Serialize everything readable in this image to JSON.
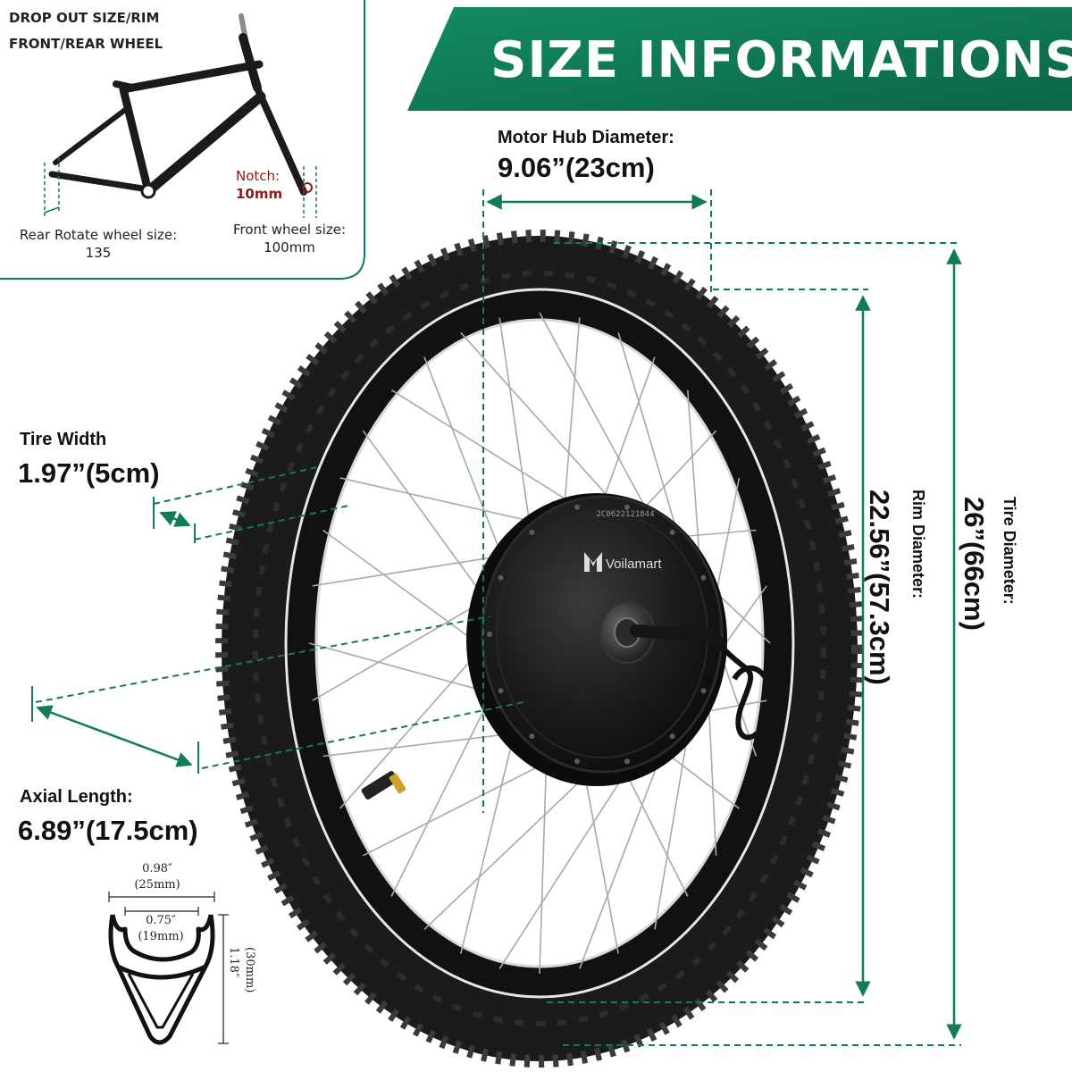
{
  "colors": {
    "accent": "#107a59",
    "accent_dark": "#0a5a41",
    "notch": "#8b1a1a",
    "tire": "#1b1b1b",
    "hub": "#111111"
  },
  "header": {
    "title": "SIZE INFORMATIONS"
  },
  "frame_panel": {
    "heading_line1": "DROP OUT SIZE/RIM",
    "heading_line2": "FRONT/REAR WHEEL",
    "notch_label": "Notch:",
    "notch_value": "10mm",
    "rear_label": "Rear Rotate wheel size:",
    "rear_value": "135",
    "front_label": "Front wheel size:",
    "front_value": "100mm"
  },
  "motor_hub": {
    "label": "Motor Hub Diameter:",
    "value": "9.06”(23cm)"
  },
  "tire_width": {
    "label": "Tire Width",
    "value": "1.97”(5cm)"
  },
  "axial_length": {
    "label": "Axial Length:",
    "value": "6.89”(17.5cm)"
  },
  "rim_diameter": {
    "label": "Rim Diameter:",
    "value": "22.56”(57.3cm)"
  },
  "tire_diameter": {
    "label": "Tire Diameter:",
    "value": "26”(66cm)"
  },
  "rim_profile": {
    "outer_width_in": "0.98″",
    "outer_width_mm": "(25mm)",
    "inner_width_in": "0.75″",
    "inner_width_mm": "(19mm)",
    "height_in": "1.18″",
    "height_mm": "(30mm)"
  },
  "hub": {
    "brand": "Voilamart",
    "serial": "2C0622121844"
  },
  "icons": [
    "brand-logo-icon",
    "bike-frame-icon",
    "rim-profile-icon"
  ]
}
